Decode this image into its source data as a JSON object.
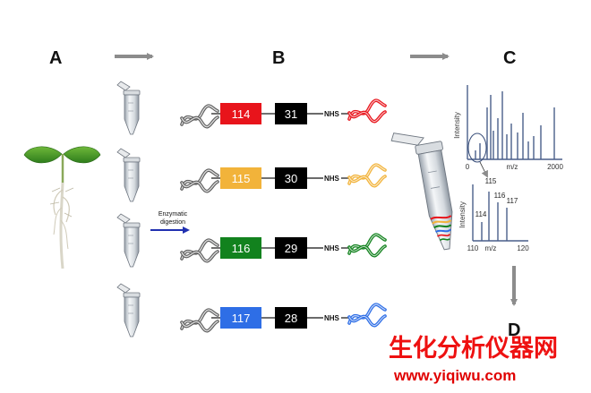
{
  "panels": {
    "a": "A",
    "b": "B",
    "c": "C",
    "d": "D"
  },
  "enzymatic_label_line1": "Enzymatic",
  "enzymatic_label_line2": "digestion",
  "tags": [
    {
      "reporter": "114",
      "balancer": "31",
      "group": "NHS",
      "color": "#e8141b"
    },
    {
      "reporter": "115",
      "balancer": "30",
      "group": "NHS",
      "color": "#f2b33a"
    },
    {
      "reporter": "116",
      "balancer": "29",
      "group": "NHS",
      "color": "#12821e"
    },
    {
      "reporter": "117",
      "balancer": "28",
      "group": "NHS",
      "color": "#2e6ee6"
    }
  ],
  "spectrum_full": {
    "ylabel": "Intensity",
    "x_start": "0",
    "x_unit": "m/z",
    "x_end": "2000",
    "callout_label": "115"
  },
  "spectrum_zoom": {
    "ylabel": "Intensity",
    "x_start": "110",
    "x_unit": "m/z",
    "x_end": "120",
    "peaks": [
      "114",
      "116",
      "117"
    ]
  },
  "watermark": {
    "cn": "生化分析仪器网",
    "url": "www.yiqiwu.com"
  },
  "colors": {
    "arrow_gray": "#8c8c8c",
    "blue_arrow": "#2030b0",
    "spectrum_axis": "#4a5f8a",
    "watermark_red": "#ee1111"
  }
}
